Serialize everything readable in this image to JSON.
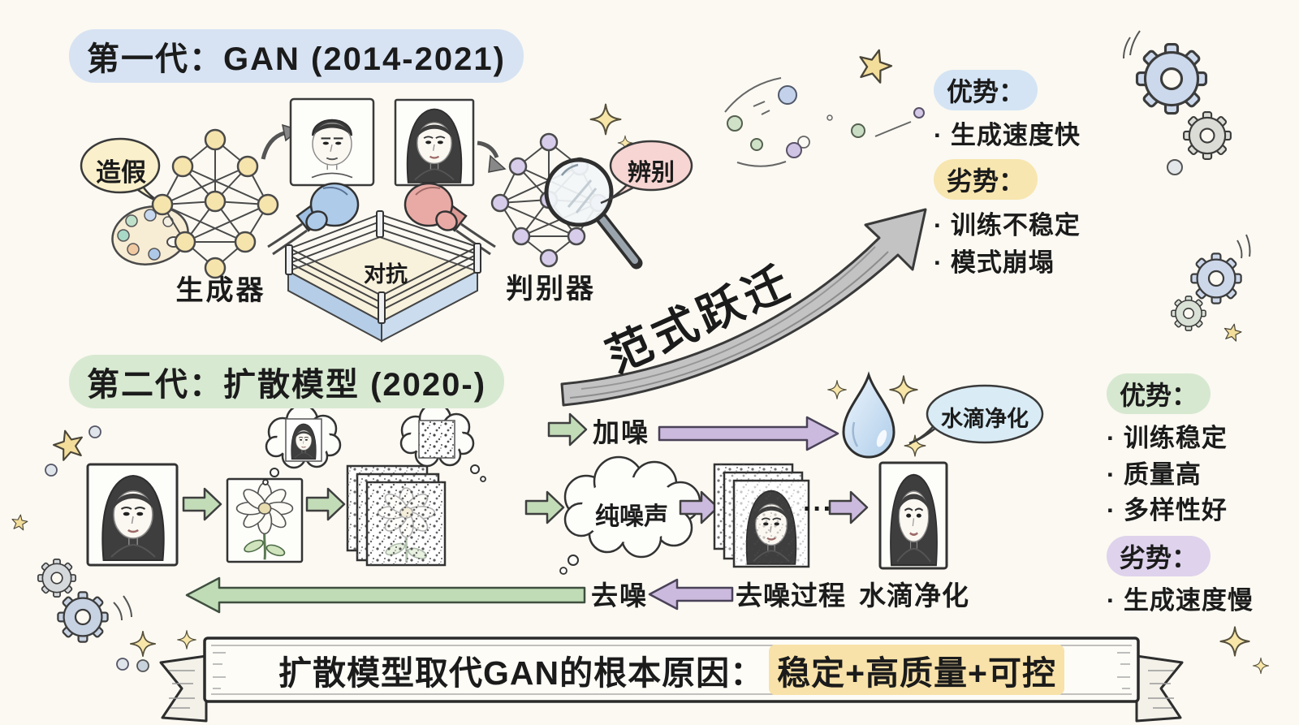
{
  "colors": {
    "background": "#fbf9f2",
    "gen1_badge": "#d7e3f3",
    "gen2_badge": "#d8e9d2",
    "gan_pros_badge": "#d4e4f4",
    "gan_cons_badge": "#f8e6b0",
    "diff_pros_badge": "#d7e8d0",
    "diff_cons_badge": "#ded2ec",
    "banner_highlight": "#f8e2a9",
    "green_arrow": "#c3dcb8",
    "purple_arrow": "#ccbade",
    "blue_glove": "#aecbe9",
    "red_glove": "#e9aaa5"
  },
  "gen1": {
    "title": "第一代：GAN (2014-2021)",
    "fake_bubble": "造假",
    "generator_label": "生成器",
    "adversarial_label": "对抗",
    "discriminate_bubble": "辨别",
    "discriminator_label": "判别器",
    "pros_title": "优势：",
    "pros": [
      "· 生成速度快"
    ],
    "cons_title": "劣势：",
    "cons": [
      "· 训练不稳定",
      "· 模式崩塌"
    ]
  },
  "transition": {
    "label": "范式跃迁"
  },
  "gen2": {
    "title": "第二代：扩散模型 (2020-)",
    "add_noise_label": "加噪",
    "water_purify_bubble": "水滴净化",
    "pure_noise_label": "纯噪声",
    "ellipsis": "···",
    "denoise_label": "去噪",
    "denoise_process_label": "去噪过程",
    "water_purify_label": "水滴净化",
    "pros_title": "优势：",
    "pros": [
      "· 训练稳定",
      "· 质量高",
      "· 多样性好"
    ],
    "cons_title": "劣势：",
    "cons": [
      "· 生成速度慢"
    ]
  },
  "banner": {
    "prefix": "扩散模型取代GAN的根本原因：",
    "highlight": "稳定+高质量+可控"
  }
}
